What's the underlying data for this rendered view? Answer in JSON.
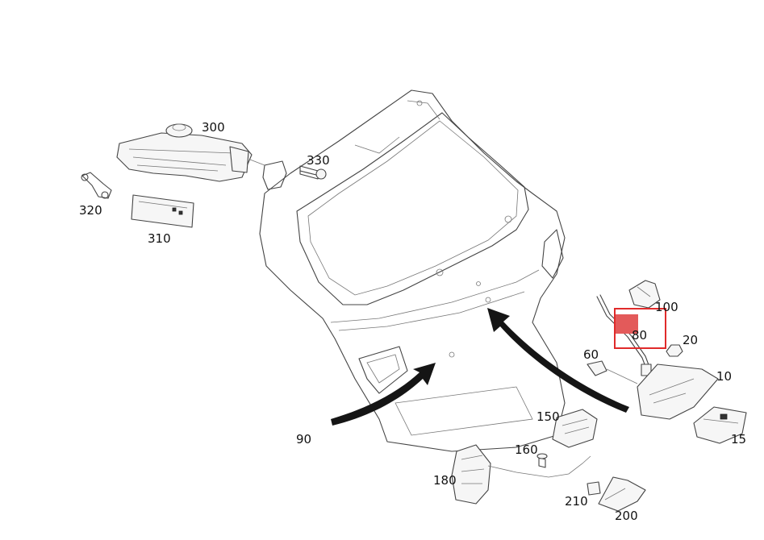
{
  "highlight": {
    "box_color": "#e02a2a",
    "fill_color": "#e35a5a"
  },
  "callouts": [
    {
      "id": "300",
      "text": "300"
    },
    {
      "id": "330",
      "text": "330"
    },
    {
      "id": "320",
      "text": "320"
    },
    {
      "id": "310",
      "text": "310"
    },
    {
      "id": "100",
      "text": "100"
    },
    {
      "id": "80",
      "text": "80"
    },
    {
      "id": "20",
      "text": "20"
    },
    {
      "id": "60",
      "text": "60"
    },
    {
      "id": "10",
      "text": "10"
    },
    {
      "id": "150",
      "text": "150"
    },
    {
      "id": "15",
      "text": "15"
    },
    {
      "id": "90",
      "text": "90"
    },
    {
      "id": "160",
      "text": "160"
    },
    {
      "id": "180",
      "text": "180"
    },
    {
      "id": "210",
      "text": "210"
    },
    {
      "id": "200",
      "text": "200"
    }
  ]
}
